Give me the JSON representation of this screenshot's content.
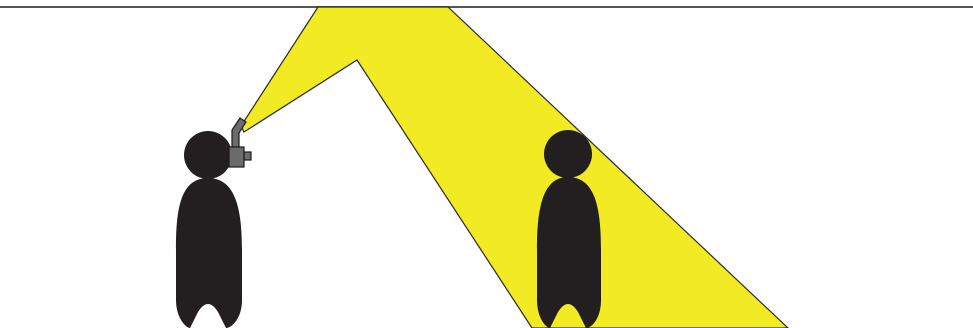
{
  "colors": {
    "background": "#ffffff",
    "ceiling_line": "#555555",
    "beam_fill": "#f2ea22",
    "beam_stroke": "#2a2a2a",
    "figure_fill": "#231f20",
    "device_fill": "#6b6b6b",
    "device_stroke": "#1a1a1a"
  },
  "elements": {
    "ceiling": "ceiling-line",
    "beam": "reflected-light-beam",
    "person_left": "person-with-head-mounted-light",
    "device": "head-mounted-light-icon",
    "person_right": "person-illuminated"
  }
}
